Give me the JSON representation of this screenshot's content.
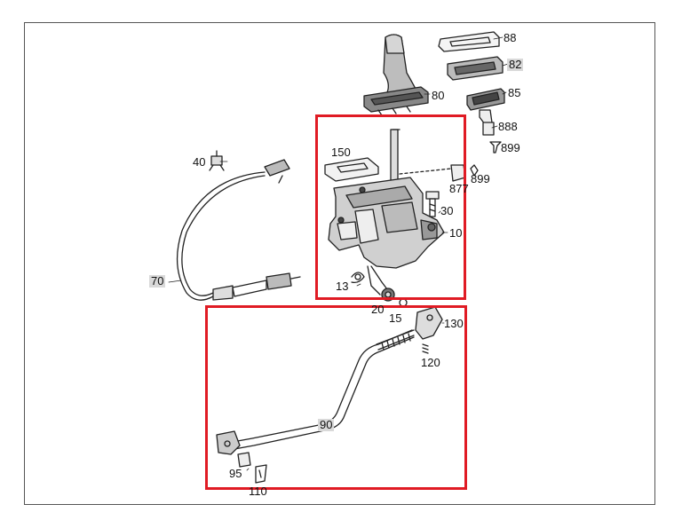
{
  "diagram": {
    "highlight_color": "#e01b24",
    "line_color": "#222222",
    "labels": {
      "p88": "88",
      "p82": "82",
      "p80": "80",
      "p85": "85",
      "p888": "888",
      "p899a": "899",
      "p150": "150",
      "p40": "40",
      "p877": "877",
      "p899b": "899",
      "p30": "30",
      "p10": "10",
      "p70": "70",
      "p13": "13",
      "p20": "20",
      "p15": "15",
      "p130": "130",
      "p120": "120",
      "p90": "90",
      "p95": "95",
      "p110": "110"
    }
  }
}
